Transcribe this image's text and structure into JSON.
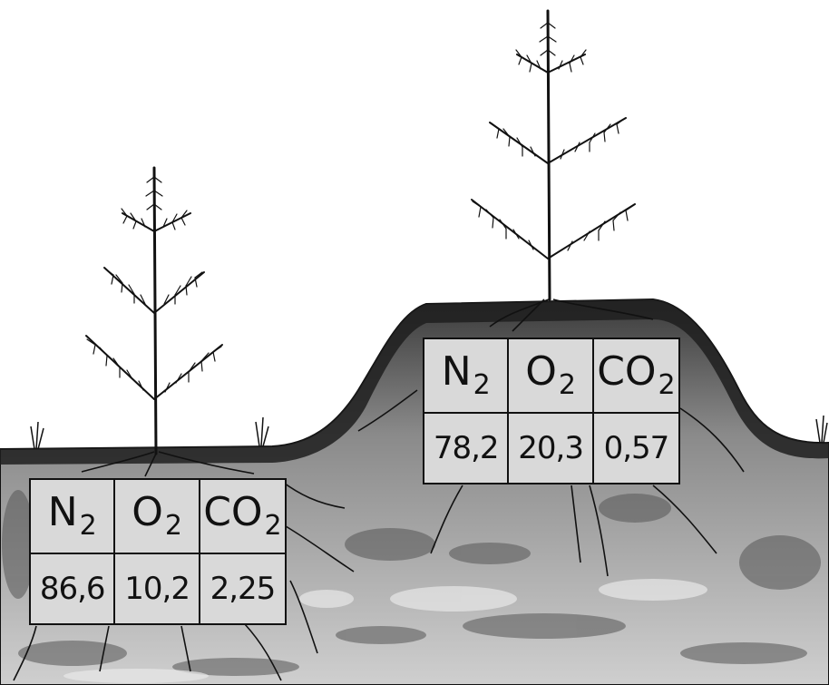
{
  "left_site": {
    "headers": [
      {
        "base": "N",
        "sub": "2"
      },
      {
        "base": "O",
        "sub": "2"
      },
      {
        "base": "CO",
        "sub": "2"
      }
    ],
    "values": [
      "86,6",
      "10,2",
      "2,25"
    ]
  },
  "right_site": {
    "headers": [
      {
        "base": "N",
        "sub": "2"
      },
      {
        "base": "O",
        "sub": "2"
      },
      {
        "base": "CO",
        "sub": "2"
      }
    ],
    "values": [
      "78,2",
      "20,3",
      "0,57"
    ]
  },
  "colors": {
    "soil_dark": "#2a2a2a",
    "soil_light": "#bdbdbd",
    "table_fill": "#d9d9d9",
    "line": "#111111"
  }
}
